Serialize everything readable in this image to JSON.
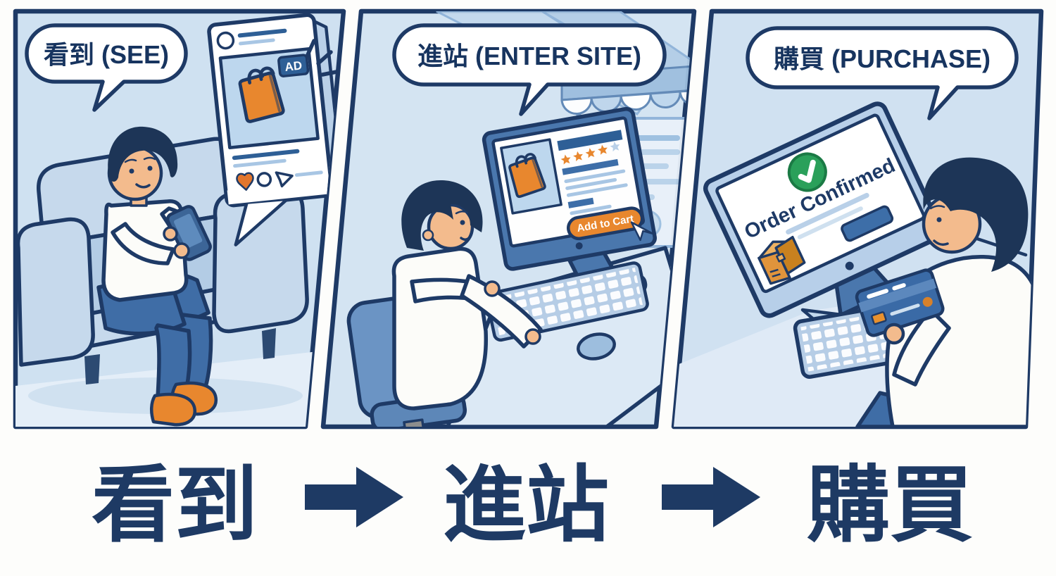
{
  "panels": [
    {
      "id": "see",
      "bubble_label": "看到 (SEE)",
      "post": {
        "ad_badge": "AD"
      }
    },
    {
      "id": "enter-site",
      "bubble_label": "進站 (ENTER SITE)",
      "product_page": {
        "add_to_cart_label": "Add to Cart",
        "rating_filled_stars": 4,
        "rating_total_stars": 5
      }
    },
    {
      "id": "purchase",
      "bubble_label": "購買 (PURCHASE)",
      "confirmation": {
        "order_confirmed_label": "Order Confirmed"
      }
    }
  ],
  "flow": {
    "steps": [
      "看到",
      "進站",
      "購買"
    ],
    "arrow_glyph": "➡"
  },
  "icons": {
    "shopping-bag-icon": "orange shopping bag",
    "ad-badge": "AD",
    "heart-icon": "♥",
    "comment-icon": "○",
    "share-icon": "➤",
    "sparkle-icon": "✦",
    "star-icon": "★",
    "cursor-icon": "pointer arrow",
    "check-icon": "✓",
    "package-icon": "box",
    "credit-card-icon": "card",
    "phone-icon": "smartphone",
    "flow-arrow-icon": "➡"
  },
  "colors": {
    "outline_navy": "#1e3a66",
    "text_navy": "#1e3a64",
    "panel_blue": "#cfe1f1",
    "accent_orange": "#e8872e",
    "success_green": "#2aa05a",
    "link_blue": "#2e5f96",
    "light_blue": "#a8c6e4",
    "skin": "#f3bb8d",
    "hair_navy": "#1d3557",
    "jeans_blue": "#3f6da6",
    "monitor_blue": "#4a77ad",
    "white": "#ffffff"
  }
}
